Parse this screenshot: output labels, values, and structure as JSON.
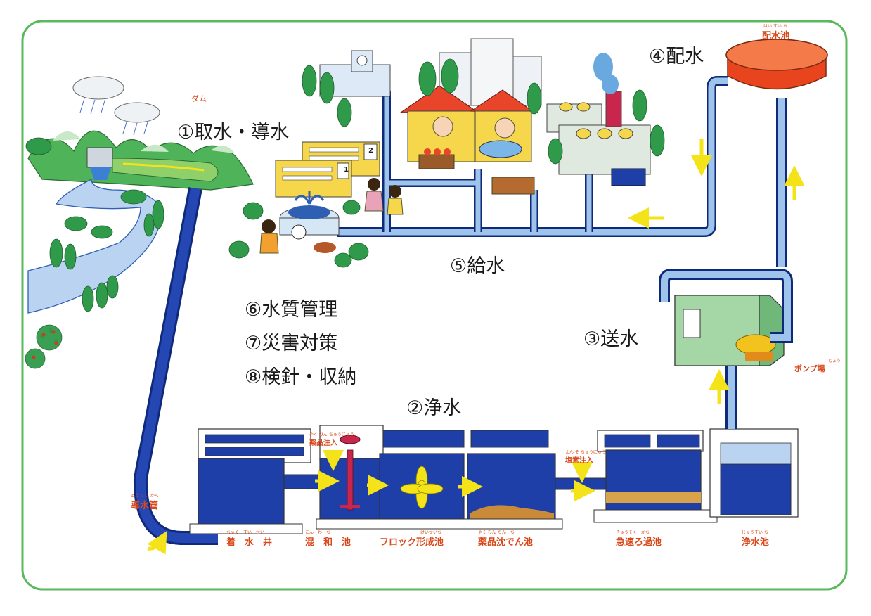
{
  "stages": {
    "intake": "①取水・導水",
    "purification": "②浄水",
    "transmission": "③送水",
    "distribution": "④配水",
    "supply": "⑤給水",
    "quality": "⑥水質管理",
    "disaster": "⑦災害対策",
    "metering": "⑧検針・収納"
  },
  "facilities": {
    "dam": "ダム",
    "conduit": "導水管",
    "receiving_well": "着　水　井",
    "mixing_basin": "混　和　池",
    "floc_basin": "フロック形成池",
    "sedimentation_basin": "薬品沈でん池",
    "rapid_filter": "急速ろ過池",
    "clear_well": "浄水池",
    "pump_station": "ポンプ場",
    "distribution_reservoir": "配水池"
  },
  "ruby": {
    "conduit": "どう すい かん",
    "receiving_well": "ちゃく　すい　せい",
    "mixing_basin": "こん　わ　ち",
    "floc_basin": "けいせいち",
    "sedimentation_basin": "やく ひん ちん　ち",
    "rapid_filter": "きゅうそく　かち",
    "clear_well": "じょうすい ち",
    "pump_station": "じょう",
    "distribution_reservoir": "はい すい ち",
    "chemical_injection": "やく ひん ちゅうにゅう",
    "chlorine_injection": "えん そ ちゅうにゅう"
  },
  "annotations": {
    "chemical_injection": "薬品注入",
    "chlorine_injection": "塩素注入"
  },
  "school_numbers": [
    "1",
    "2"
  ],
  "colors": {
    "border": "#5cb85c",
    "pipe_deep": "#1b3fa6",
    "pipe_light": "#9fc4ec",
    "water": "#1e3fa8",
    "arrow": "#f5e31a",
    "reservoir": "#e8451f",
    "label_orange": "#d9481b",
    "tree": "#2f9a4a",
    "house": "#f2d24a"
  }
}
